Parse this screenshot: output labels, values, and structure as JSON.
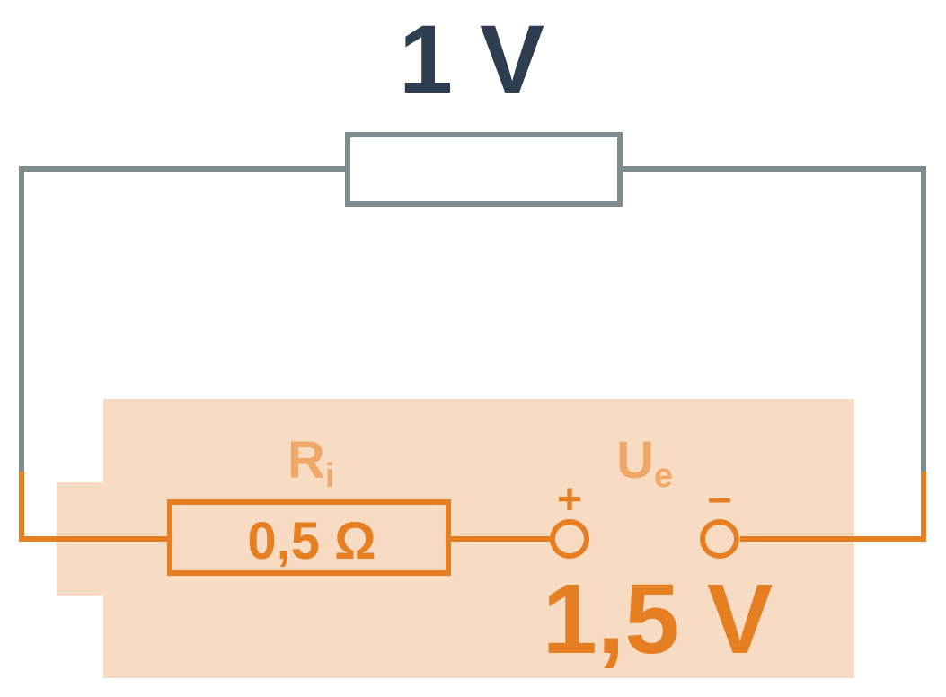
{
  "labels": {
    "load_voltage": "1 V",
    "internal_resistance_symbol": "R",
    "internal_resistance_subscript": "i",
    "internal_resistance_value": "0,5 Ω",
    "emf_symbol": "U",
    "emf_subscript": "e",
    "emf_value": "1,5 V",
    "positive_terminal": "+",
    "negative_terminal": "–"
  },
  "colors": {
    "wire_gray": "#7f8c8d",
    "source_orange": "#e67e22",
    "source_background": "#f8dbc3",
    "label_light_orange": "#f0a868",
    "voltage_dark": "#2c3e50"
  }
}
